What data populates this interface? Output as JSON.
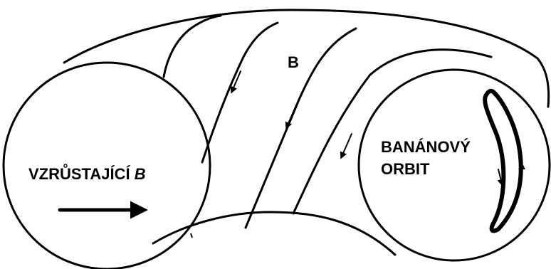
{
  "labels": {
    "left_prefix": "VZRŮSTAJÍCÍ ",
    "left_symbol": "B",
    "field": "B",
    "right_line1": "BANÁNOVÝ",
    "right_line2": "ORBIT"
  },
  "colors": {
    "stroke": "#000000",
    "background": "#ffffff"
  }
}
